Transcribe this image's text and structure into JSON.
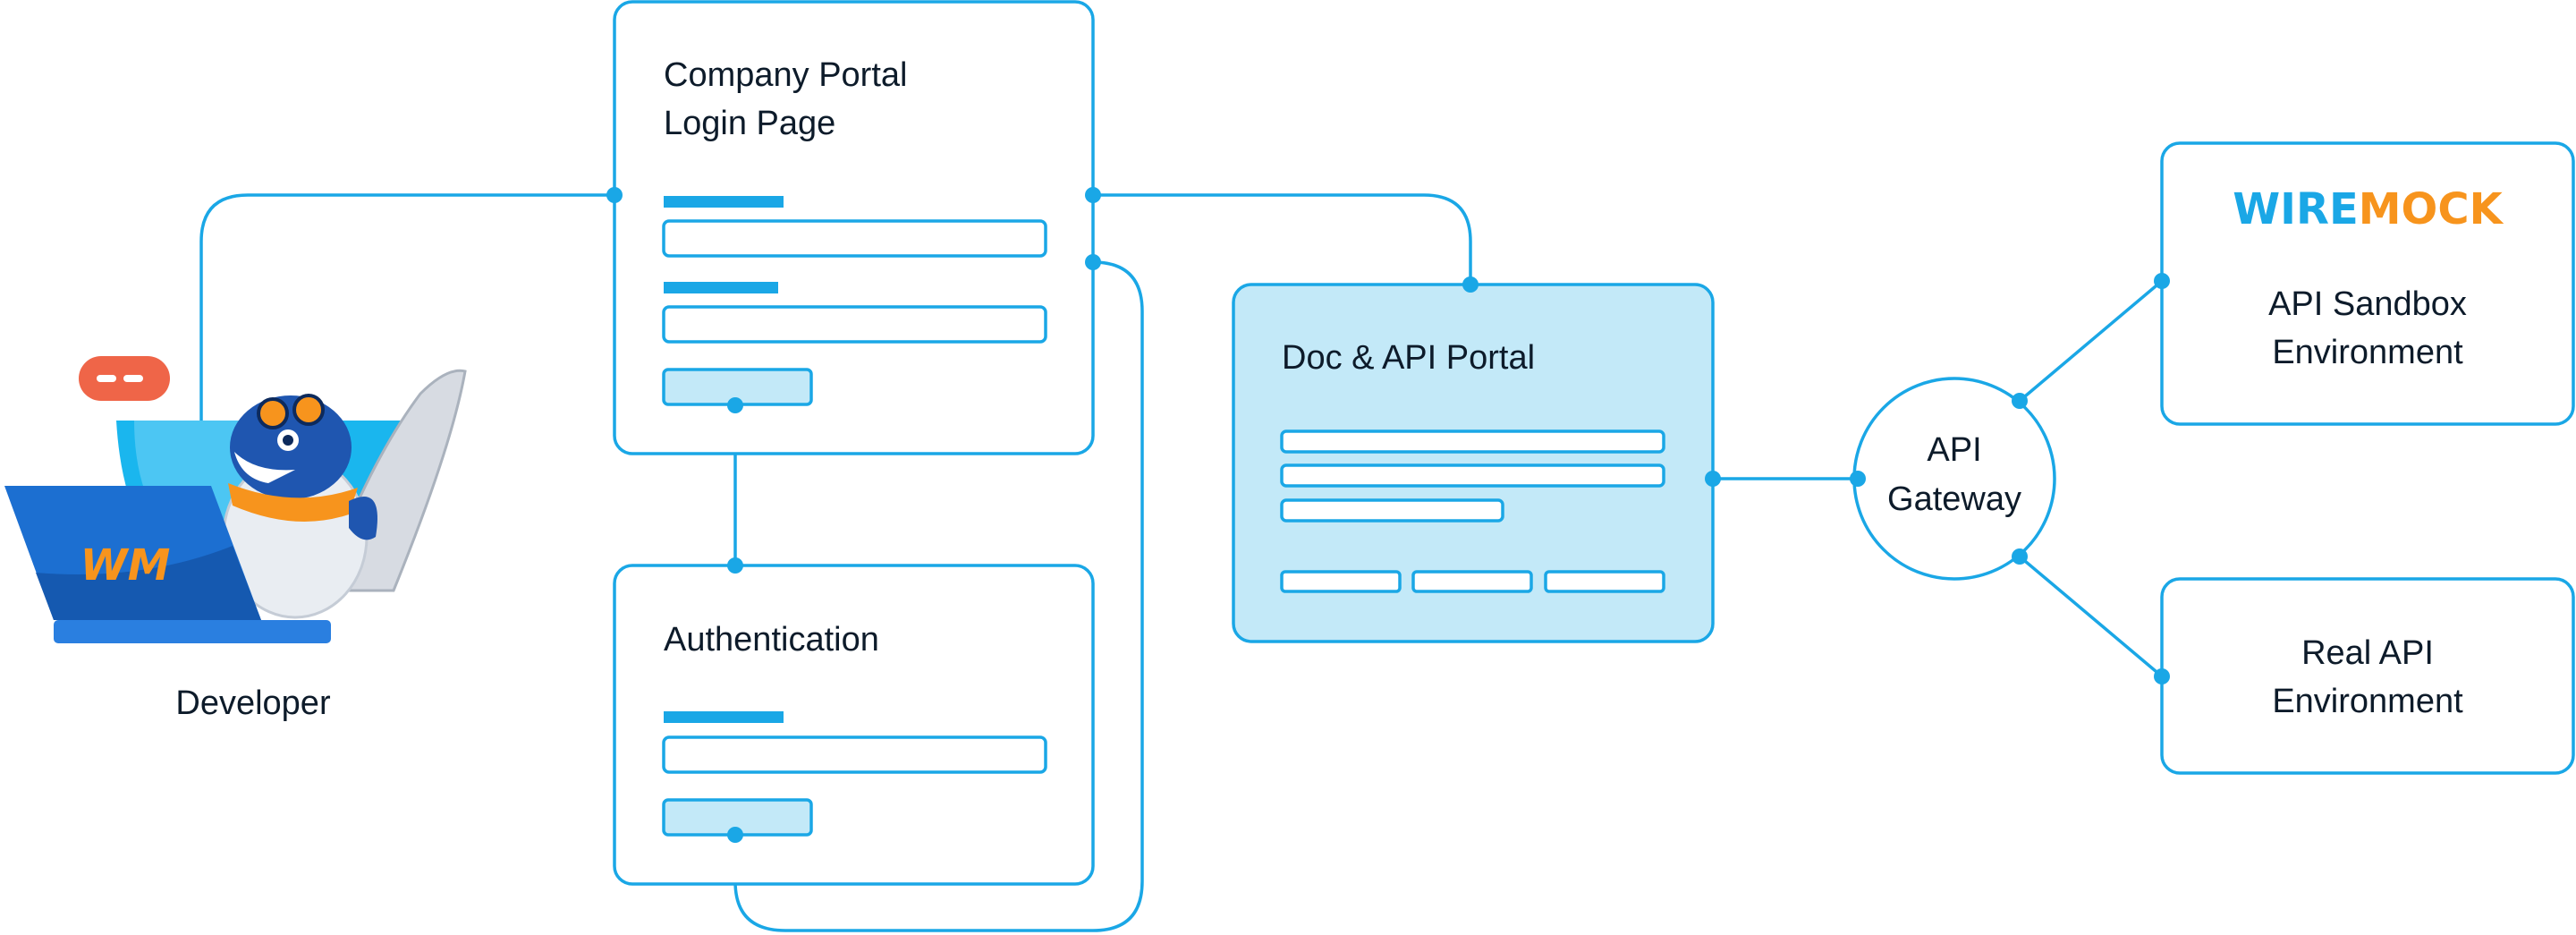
{
  "developer": {
    "label": "Developer",
    "laptop_logo": "WM",
    "illustration": "penguin-mascot"
  },
  "company_portal": {
    "title_line1": "Company Portal",
    "title_line2": "Login Page"
  },
  "authentication": {
    "title": "Authentication"
  },
  "doc_portal": {
    "title": "Doc & API Portal"
  },
  "api_gateway": {
    "line1": "API",
    "line2": "Gateway"
  },
  "sandbox": {
    "logo_part1": "WIRE",
    "logo_part2": "MOCK",
    "line1": "API Sandbox",
    "line2": "Environment"
  },
  "real_api": {
    "line1": "Real API",
    "line2": "Environment"
  },
  "colors": {
    "accent": "#1aa7e6",
    "panel_fill": "#c3e9f8",
    "text": "#0d1b2a",
    "wiremock_blue": "#1aa7e6",
    "wiremock_orange": "#f7941d",
    "chat_bubble": "#ef6548",
    "laptop": "#1c6fd1"
  }
}
